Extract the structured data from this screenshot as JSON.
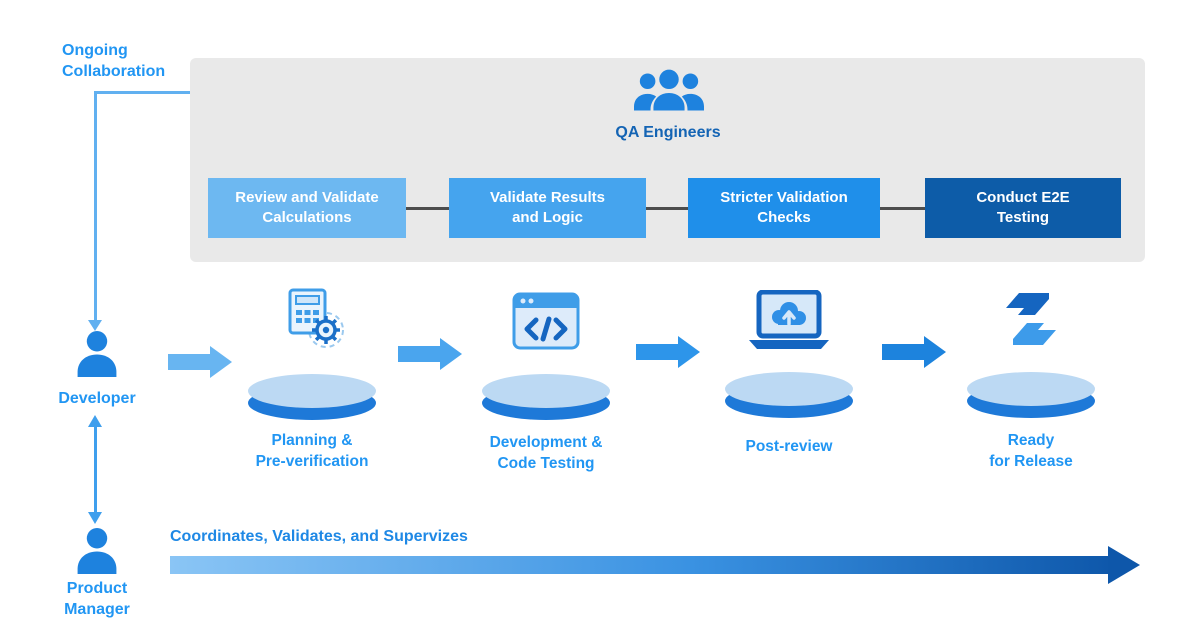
{
  "collaboration": {
    "label": "Ongoing\nCollaboration"
  },
  "qa_panel": {
    "icon": "qa-engineers-group-icon",
    "title": "QA Engineers",
    "steps": [
      {
        "label": "Review and Validate\nCalculations",
        "color": "#6db8f1"
      },
      {
        "label": "Validate Results\nand Logic",
        "color": "#45a4ee"
      },
      {
        "label": "Stricter Validation\nChecks",
        "color": "#1f8fea"
      },
      {
        "label": "Conduct E2E\nTesting",
        "color": "#0d5ca8"
      }
    ]
  },
  "developer": {
    "icon": "developer-person-icon",
    "label": "Developer"
  },
  "product_manager": {
    "icon": "product-manager-person-icon",
    "label": "Product\nManager",
    "caption": "Coordinates, Validates, and Supervizes"
  },
  "pipeline": {
    "stages": [
      {
        "icon": "calculator-gear-icon",
        "label": "Planning &\nPre-verification"
      },
      {
        "icon": "code-window-icon",
        "label": "Development &\nCode Testing"
      },
      {
        "icon": "laptop-cloud-upload-icon",
        "label": "Post-review"
      },
      {
        "icon": "release-logo-icon",
        "label": "Ready\nfor Release"
      }
    ]
  },
  "colors": {
    "accent_blue": "#2196f3",
    "qa_title_blue": "#1464b4",
    "person_blue": "#1e82de",
    "panel_gray": "#e9e9e9",
    "connector_gray": "#4d4d4d",
    "disk_top": "#bcd9f3",
    "disk_side": "#1e79d8",
    "arrow_gradient_start": "#8ac5f5",
    "arrow_gradient_end": "#0e57aa"
  }
}
